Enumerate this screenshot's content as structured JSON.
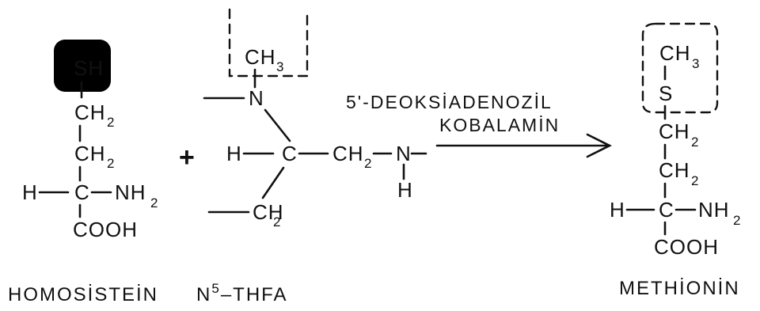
{
  "homocysteine": {
    "sh": "SH",
    "ch2_a": "CH",
    "ch2_a_sub": "2",
    "ch2_b": "CH",
    "ch2_b_sub": "2",
    "h": "H",
    "c": "C",
    "nh2": "NH",
    "nh2_sub": "2",
    "cooh": "COOH",
    "caption": "HOMOSİSTEİN"
  },
  "plus_sign": "+",
  "thfa": {
    "ch3": "CH",
    "ch3_sub": "3",
    "n5": "N",
    "h": "H",
    "c": "C",
    "ch2_mid": "CH",
    "ch2_mid_sub": "2",
    "n": "N",
    "nh_h": "H",
    "ch2_low": "CH",
    "ch2_low_sub": "2",
    "caption_base": "N",
    "caption_sup": "5",
    "caption_rest": "–THFA"
  },
  "arrow": {
    "label_line1": "5'-DEOKSİADENOZİL",
    "label_line2": "KOBALAMİN"
  },
  "methionine": {
    "ch3": "CH",
    "ch3_sub": "3",
    "s": "S",
    "ch2_a": "CH",
    "ch2_a_sub": "2",
    "ch2_b": "CH",
    "ch2_b_sub": "2",
    "h": "H",
    "c": "C",
    "nh2": "NH",
    "nh2_sub": "2",
    "cooh": "COOH",
    "caption": "METHİONİN"
  }
}
